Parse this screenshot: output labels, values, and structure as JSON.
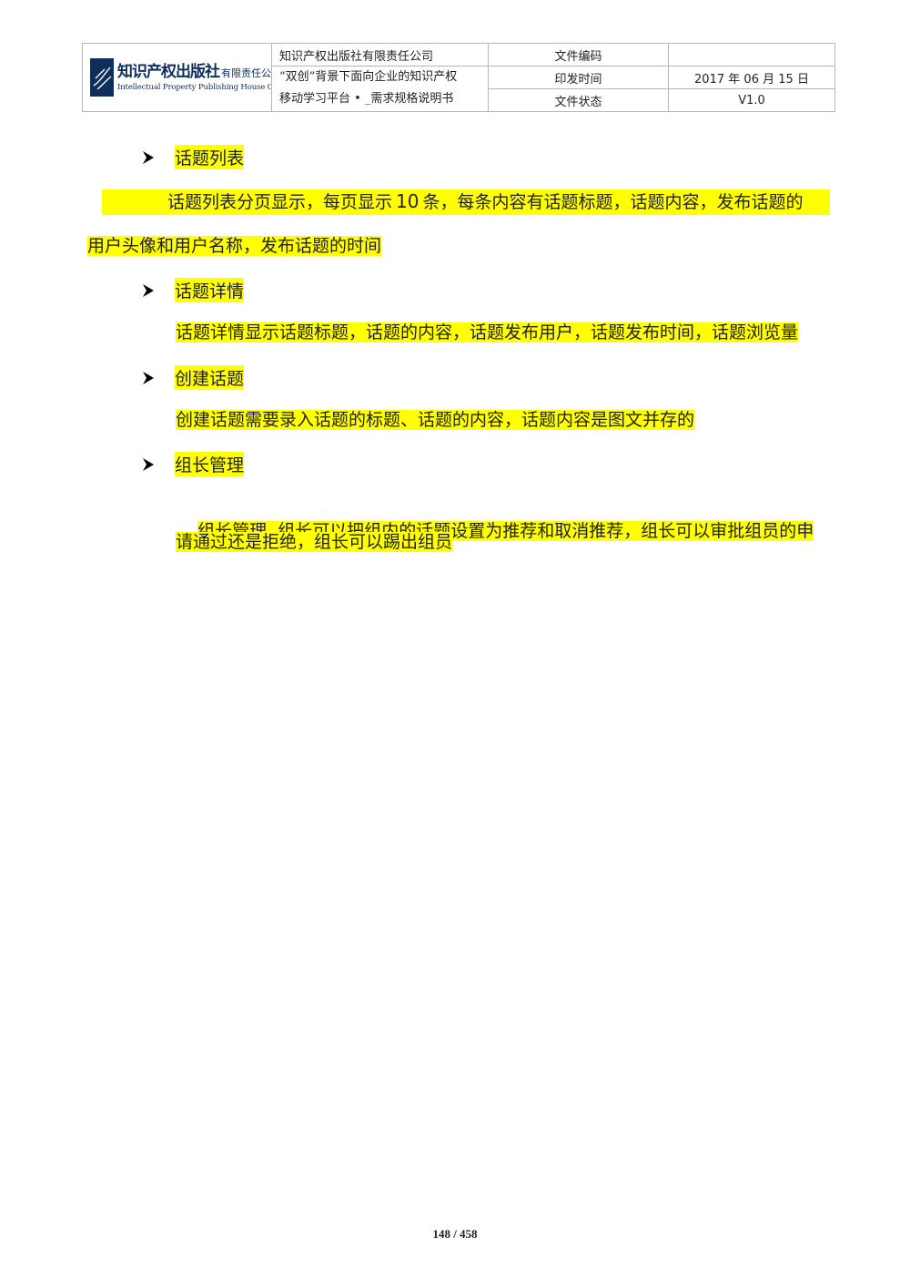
{
  "header": {
    "logo": {
      "name_cn": "知识产权出版社",
      "name_suffix": "有限责任公司",
      "name_en": "Intellectual Property Publishing House Co.,Ltd."
    },
    "company": "知识产权出版社有限责任公司",
    "doc_title_line1": "“双创”背景下面向企业的知识产权",
    "doc_title_line2": "移动学习平台 • _需求规格说明书",
    "labels": {
      "code": "文件编码",
      "date": "印发时间",
      "status": "文件状态"
    },
    "values": {
      "code": "",
      "date_year": "2017",
      "date_year_unit": "年",
      "date_month": "06",
      "date_month_unit": "月",
      "date_day": "15",
      "date_day_unit": "日",
      "status": "V1.0"
    }
  },
  "sections": {
    "topic_list": {
      "title": "话题列表",
      "line1_a": "话题列表分页显示，每页显示",
      "line1_num": "10",
      "line1_b": "条，每条内容有话题标题，话题内容，发布话题的",
      "line2": "用户头像和用户名称，发布话题的时间"
    },
    "topic_detail": {
      "title": "话题详情",
      "text": "话题详情显示话题标题，话题的内容，话题发布用户，话题发布时间，话题浏览量"
    },
    "create_topic": {
      "title": "创建话题",
      "text": "创建话题需要录入话题的标题、话题的内容，话题内容是图文并存的"
    },
    "leader_mgmt": {
      "title": "组长管理",
      "line1": "组长管理  组长可以把组内的话题设置为推荐和取消推荐，组长可以审批组员的申",
      "line2": "请通过还是拒绝，组长可以踢出组员"
    }
  },
  "footer": {
    "page": "148 / 458"
  }
}
